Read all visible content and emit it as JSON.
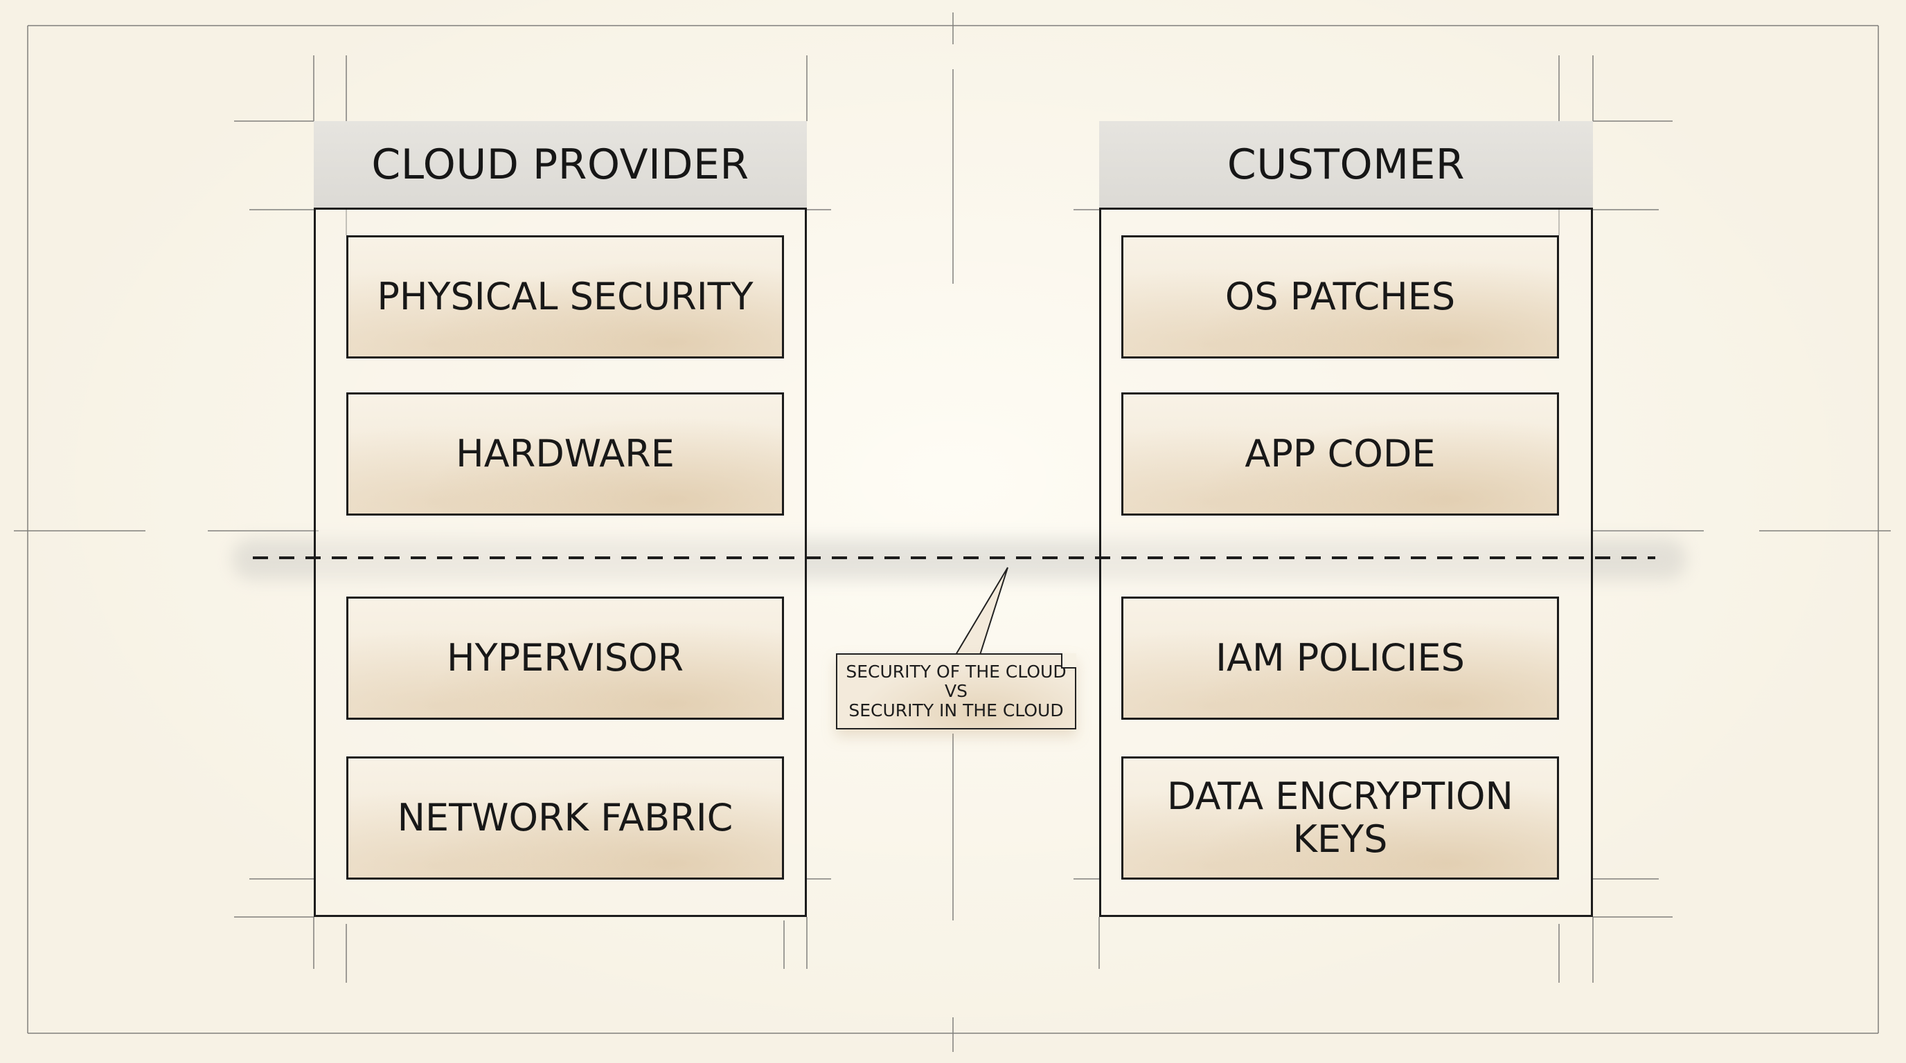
{
  "diagram": {
    "provider": {
      "title": "CLOUD PROVIDER",
      "items": [
        "PHYSICAL SECURITY",
        "HARDWARE",
        "HYPERVISOR",
        "NETWORK FABRIC"
      ]
    },
    "customer": {
      "title": "CUSTOMER",
      "items": [
        "OS PATCHES",
        "APP CODE",
        "IAM POLICIES",
        "DATA ENCRYPTION KEYS"
      ]
    },
    "callout": {
      "line1": "SECURITY OF THE CLOUD",
      "line2": "VS",
      "line3": "SECURITY IN THE CLOUD"
    }
  },
  "colors": {
    "paper": "#f7f2e5",
    "ink": "#1c1c1c",
    "header_fill": "#dcdad5",
    "box_wash": "#d6bc96"
  }
}
